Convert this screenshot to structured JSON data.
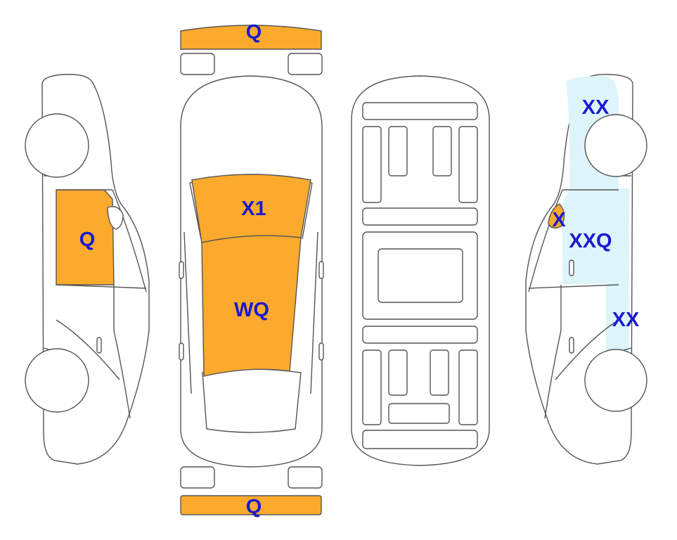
{
  "colors": {
    "damage": "#FBAA2E",
    "paint": "#DDF4FA",
    "label": "#1A1AD0",
    "outline": "#555555"
  },
  "marks": {
    "front_bumper": "Q",
    "rear_bumper": "Q",
    "hood": "X1",
    "roof": "WQ",
    "left_front_door": "Q",
    "right_rear_quarter": "XX",
    "right_mirror": "X",
    "right_front_door": "XXQ",
    "right_front_fender": "XX"
  }
}
